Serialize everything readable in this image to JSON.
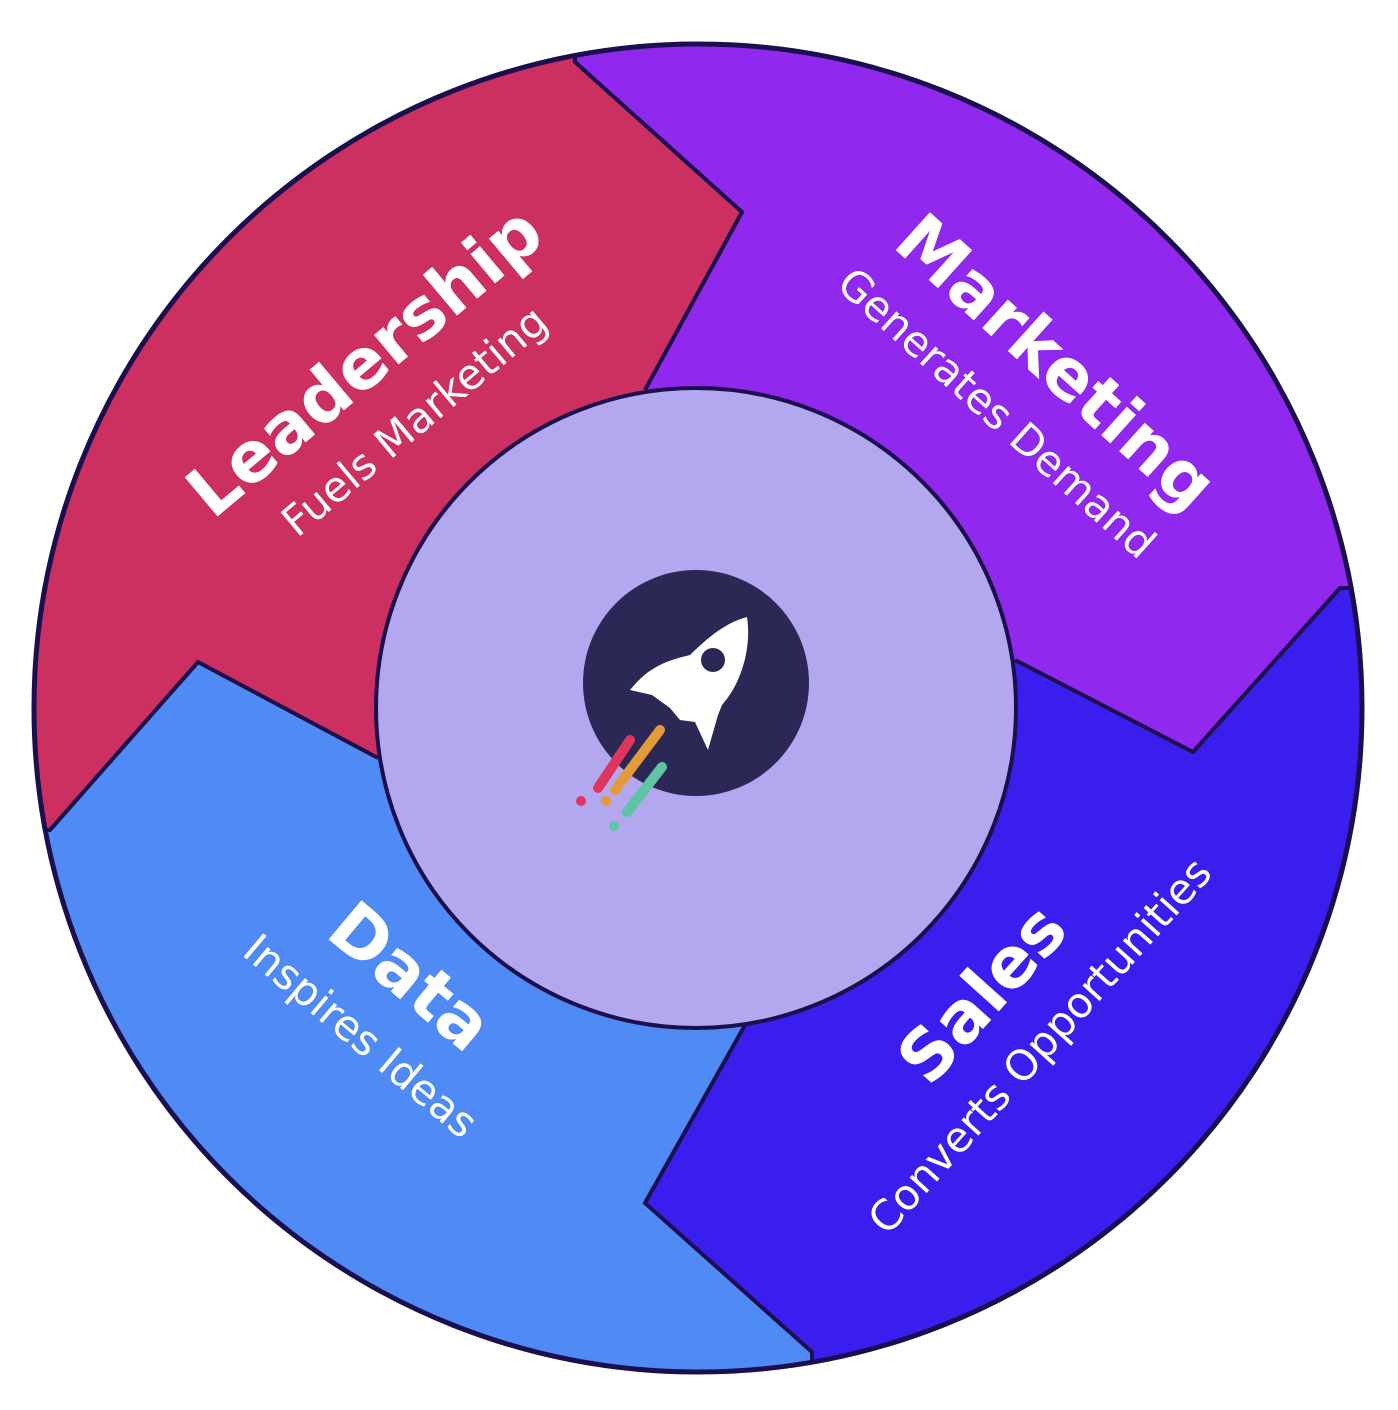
{
  "segments": [
    {
      "title": "Leadership",
      "subtitle": "Fuels Marketing",
      "color": "#CC3060"
    },
    {
      "title": "Marketing",
      "subtitle": "Generates Demand",
      "color": "#9028EE"
    },
    {
      "title": "Sales",
      "subtitle": "Converts Opportunities",
      "color": "#3A1EEE"
    },
    {
      "title": "Data",
      "subtitle": "Inspires Ideas",
      "color": "#4F8AF5"
    }
  ],
  "center": {
    "icon": "rocket-icon",
    "inner_color": "#B3A7F0",
    "badge_color": "#2B2856"
  },
  "border_color": "#1B0F4D"
}
